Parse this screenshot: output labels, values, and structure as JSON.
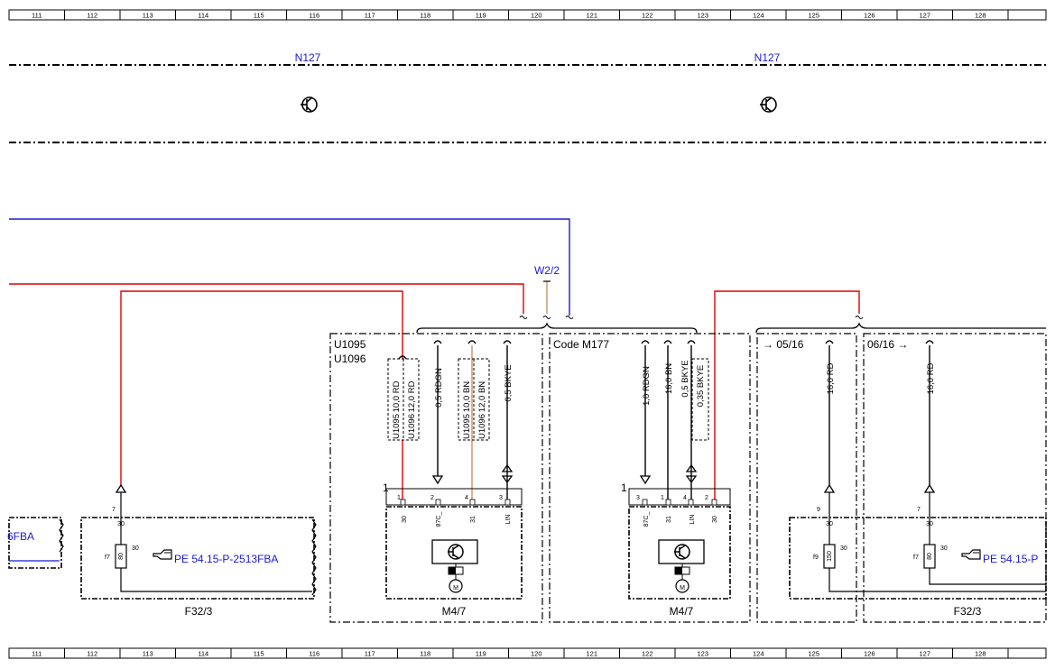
{
  "ruler": [
    "111",
    "112",
    "113",
    "114",
    "115",
    "116",
    "117",
    "118",
    "119",
    "120",
    "121",
    "122",
    "123",
    "124",
    "125",
    "126",
    "127",
    "128"
  ],
  "components": {
    "n127_left": "N127",
    "n127_right": "N127",
    "w2_2": "W2/2",
    "u1095": "U1095",
    "u1096": "U1096",
    "code_m177": "Code M177",
    "ref_05_16": "→ 05/16",
    "ref_06_16": "06/16 →",
    "m47_left": "M4/7",
    "m47_right": "M4/7",
    "f32_3_left": "F32/3",
    "f32_3_right": "F32/3",
    "partial_fba": "6FBA",
    "pe_left": "PE 54.15-P-2513FBA",
    "pe_right": "PE 54.15-P"
  },
  "wires": {
    "w1": "10,0 RD",
    "w2": "12,0 RD",
    "w3": "0,5 RDGN",
    "w4": "10,0 BN",
    "w5": "12,0 BN",
    "w6": "0,5 BKYE",
    "w7": "1,0 RDGN",
    "w8": "16,0 BN",
    "w9": "0,5 BKYE",
    "w10": "0,35 BKYE",
    "w11": "16,0 RD",
    "w12": "16,0 RD"
  },
  "tags": {
    "u1095": "U1095",
    "u1096": "U1096"
  },
  "pins": {
    "left_conn_no": "1",
    "right_conn_no": "1",
    "l1": "1",
    "l2": "2",
    "l3": "4",
    "l4": "3",
    "r1": "3",
    "r2": "1",
    "r3": "4",
    "r4": "2",
    "l_sig1": "30",
    "l_sig2": "87C_",
    "l_sig3": "31",
    "l_sig4": "LIN",
    "r_sig1": "87C_",
    "r_sig2": "31",
    "r_sig3": "LIN",
    "r_sig4": "30",
    "fuse_left_pin": "7",
    "fuse_mid_pin": "9",
    "fuse_right_pin": "7",
    "t30": "30",
    "f7": "f7",
    "f9": "f9",
    "amp80": "80",
    "amp150": "150",
    "motor": "M"
  },
  "colors": {
    "red": "#e00000",
    "blue": "#1a1ad8",
    "brown": "#c8946a",
    "black": "#000000"
  }
}
